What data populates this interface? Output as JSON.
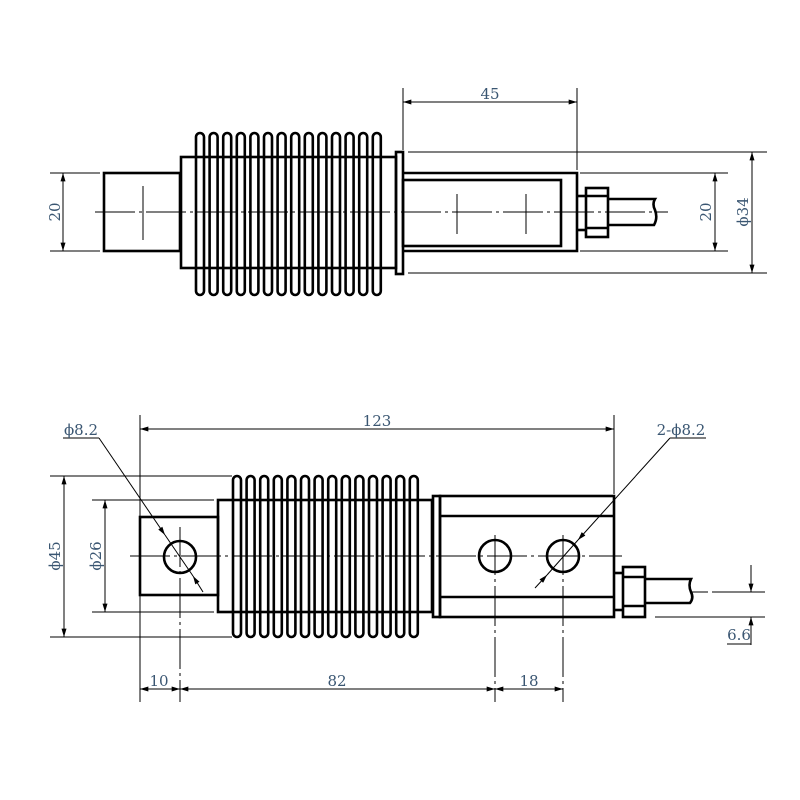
{
  "colors": {
    "line": "#000000",
    "dimension_text": "#3a5672",
    "background": "#ffffff"
  },
  "top_view": {
    "fin_count": 14,
    "dims": {
      "housing_length": "45",
      "end_block_height": "20",
      "housing_height": "20",
      "flange_diameter": "ϕ34"
    }
  },
  "bottom_view": {
    "fin_count": 14,
    "dims": {
      "overall_length": "123",
      "bellows_diameter": "ϕ45",
      "body_diameter": "ϕ26",
      "hole_offset": "10",
      "hole_spacing_main": "82",
      "hole_spacing_pair": "18",
      "cable_offset": "6.6",
      "left_hole": "ϕ8.2",
      "right_holes": "2-ϕ8.2"
    }
  }
}
